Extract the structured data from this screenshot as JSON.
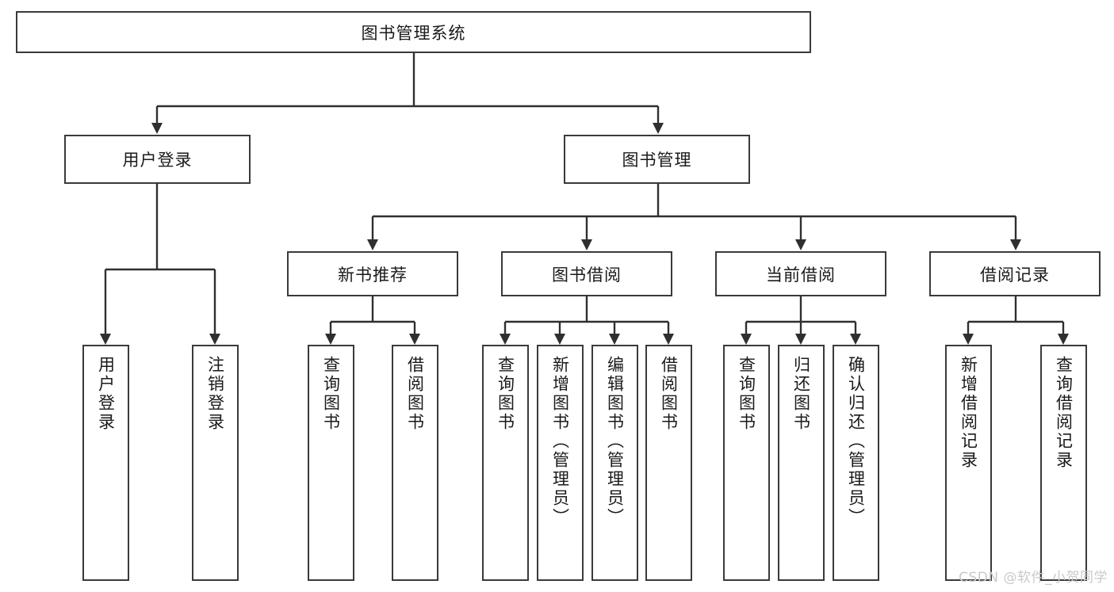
{
  "diagram": {
    "title": "图书管理系统",
    "type": "tree-hierarchy",
    "root": {
      "id": "root",
      "label": "图书管理系统"
    },
    "level2": [
      {
        "id": "user-login",
        "label": "用户登录"
      },
      {
        "id": "book-manage",
        "label": "图书管理"
      }
    ],
    "level3": [
      {
        "id": "new-book-rec",
        "label": "新书推荐"
      },
      {
        "id": "book-borrow",
        "label": "图书借阅"
      },
      {
        "id": "current-borrow",
        "label": "当前借阅"
      },
      {
        "id": "borrow-record",
        "label": "借阅记录"
      }
    ],
    "leaves": {
      "user_login": [
        {
          "id": "leaf-user-login",
          "label": "用户登录"
        },
        {
          "id": "leaf-logout",
          "label": "注销登录"
        }
      ],
      "new_book_rec": [
        {
          "id": "leaf-query-book-1",
          "label": "查询图书"
        },
        {
          "id": "leaf-borrow-book-1",
          "label": "借阅图书"
        }
      ],
      "book_borrow": [
        {
          "id": "leaf-query-book-2",
          "label": "查询图书"
        },
        {
          "id": "leaf-add-book",
          "label": "新增图书（管理员）"
        },
        {
          "id": "leaf-edit-book",
          "label": "编辑图书（管理员）"
        },
        {
          "id": "leaf-borrow-book-2",
          "label": "借阅图书"
        }
      ],
      "current_borrow": [
        {
          "id": "leaf-query-book-3",
          "label": "查询图书"
        },
        {
          "id": "leaf-return-book",
          "label": "归还图书"
        },
        {
          "id": "leaf-confirm-return",
          "label": "确认归还（管理员）"
        }
      ],
      "borrow_record": [
        {
          "id": "leaf-add-record",
          "label": "新增借阅记录"
        },
        {
          "id": "leaf-query-record",
          "label": "查询借阅记录"
        }
      ]
    }
  },
  "watermark": {
    "text": "CSDN @软件_小贺同学"
  },
  "colors": {
    "border": "#3a3a3a",
    "fill": "#ffffff",
    "text": "#1a1a1a",
    "edge": "#2f2f2f",
    "watermark": "#c9c9c9"
  }
}
